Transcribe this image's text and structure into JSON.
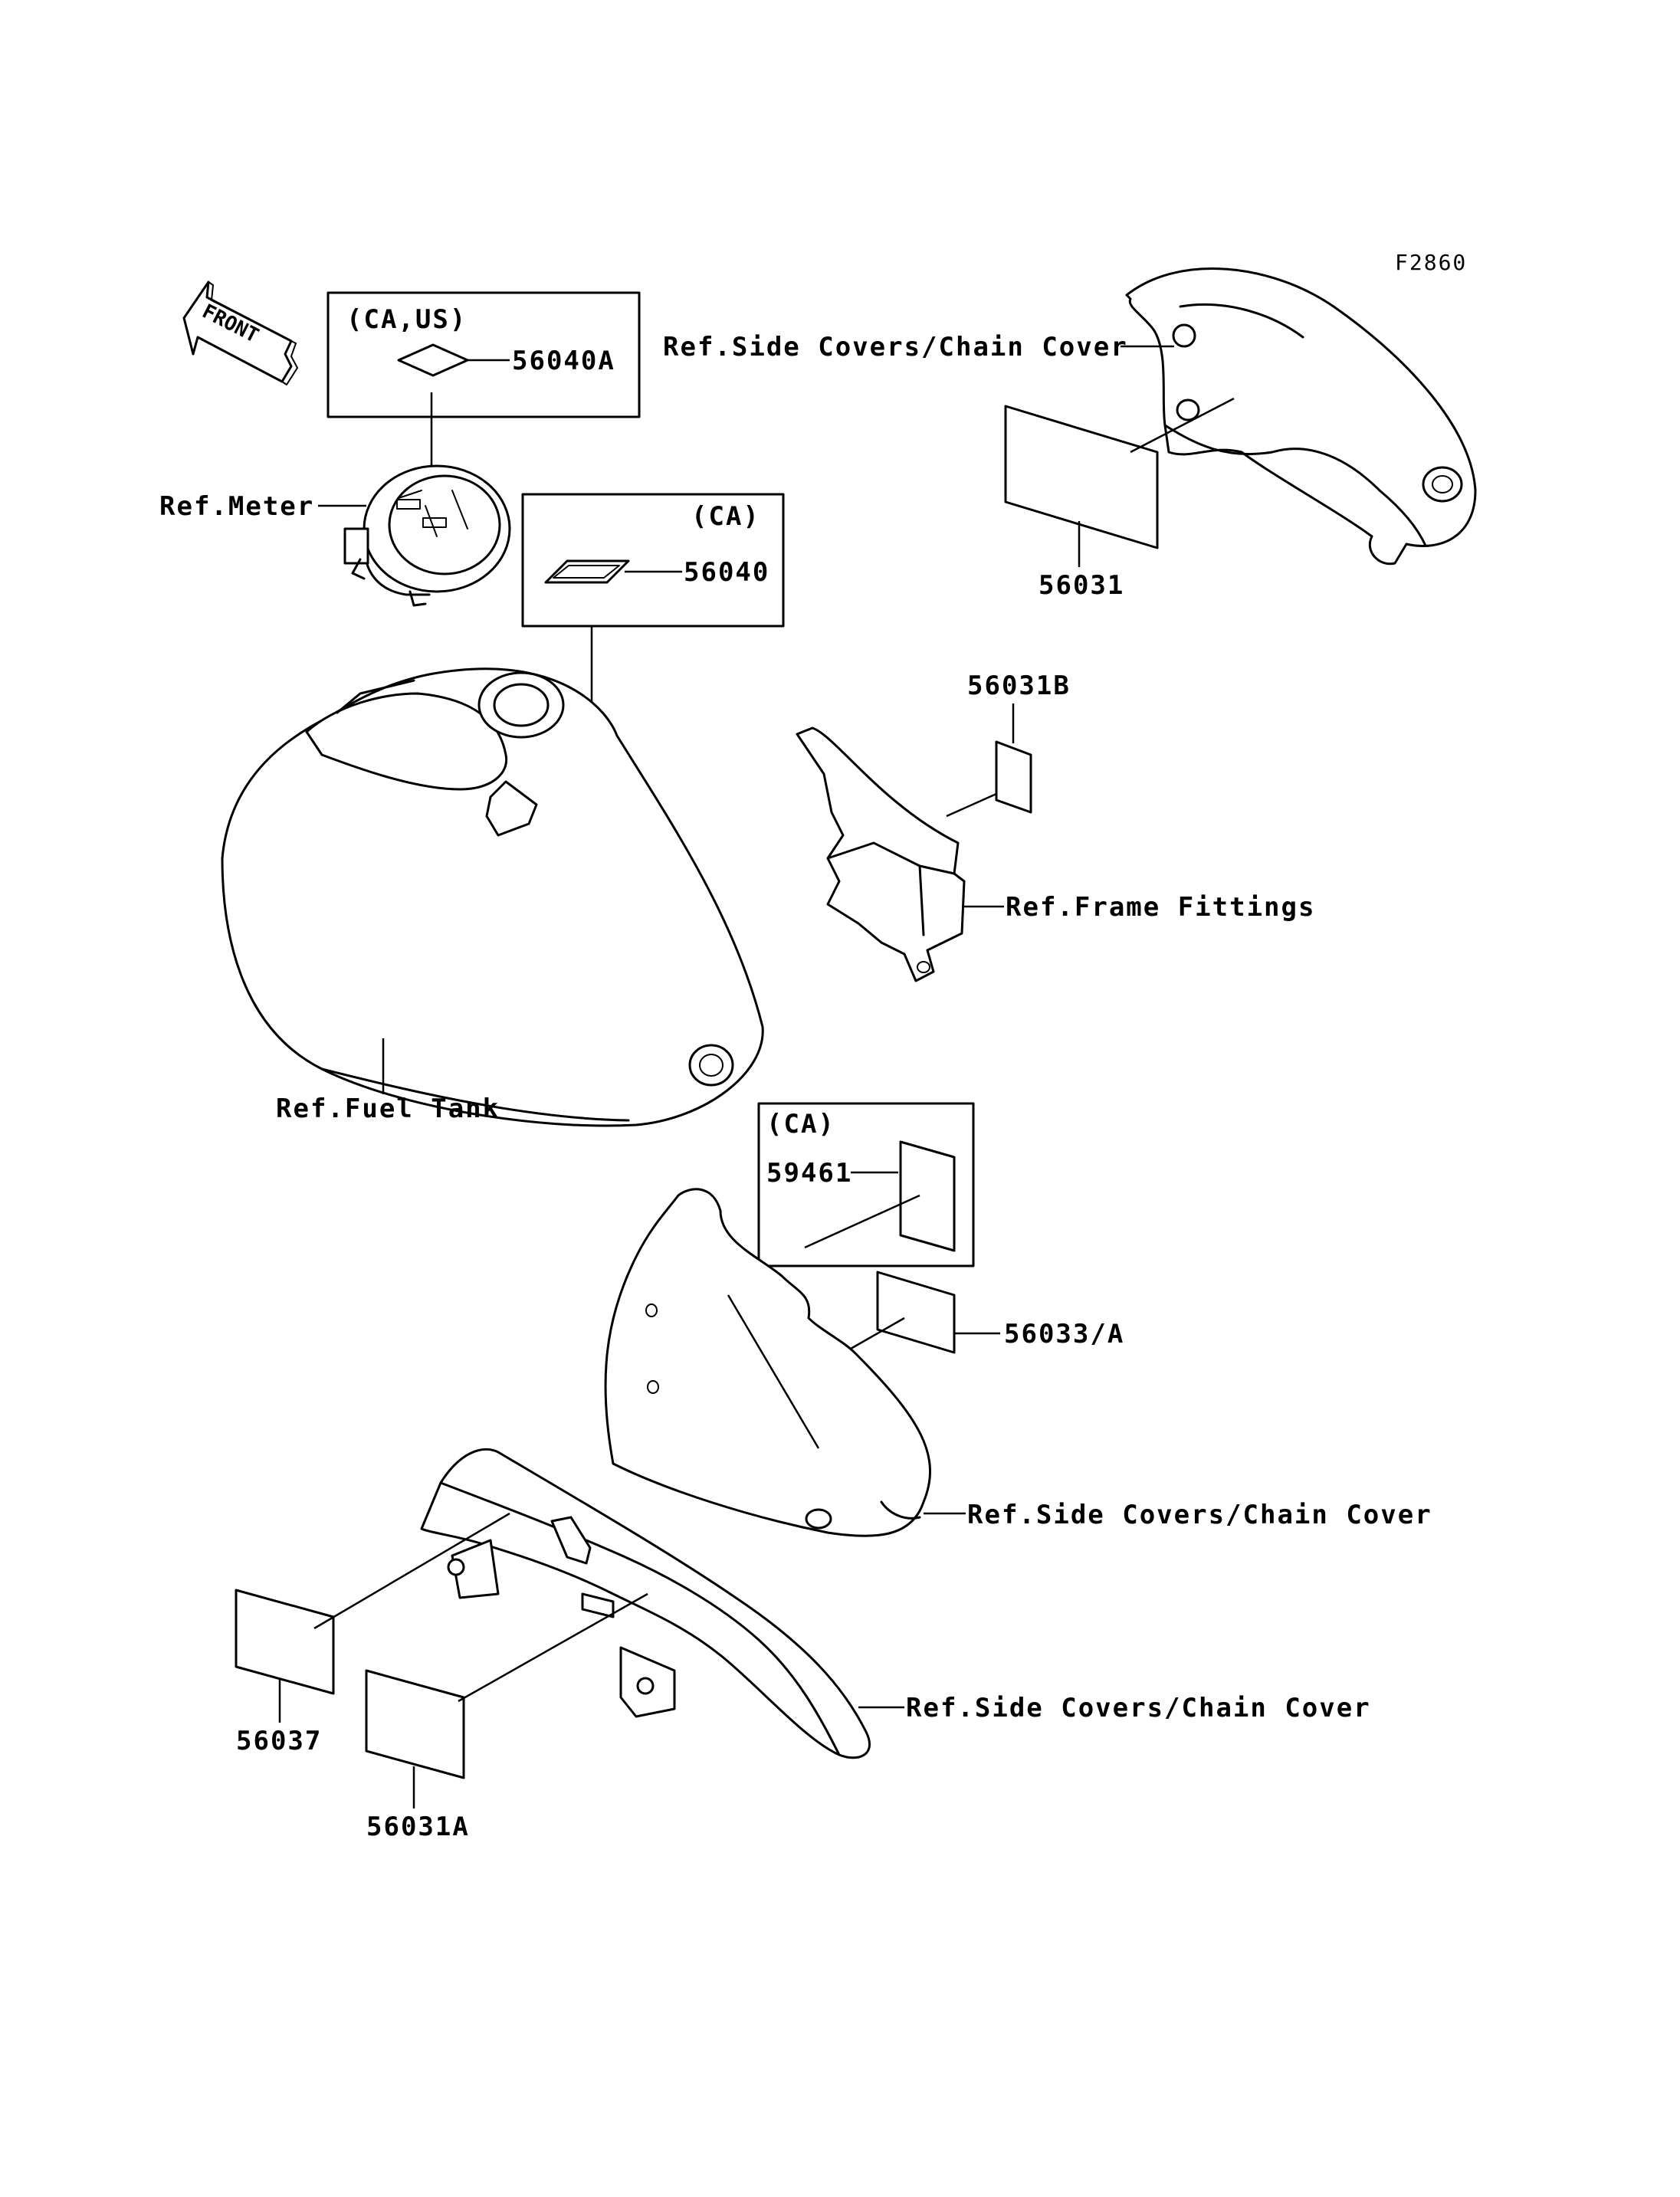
{
  "figure_id": "F2860",
  "front_arrow": {
    "text": "FRONT",
    "icon": "front-direction-arrow-icon"
  },
  "boxes": {
    "ca_us": "(CA,US)",
    "ca_top": "(CA)",
    "ca_mid": "(CA)"
  },
  "parts": {
    "p56040a": "56040A",
    "p56040": "56040",
    "p56031": "56031",
    "p56031b": "56031B",
    "p59461": "59461",
    "p56033a": "56033/A",
    "p56037": "56037",
    "p56031a": "56031A"
  },
  "refs": {
    "meter": "Ref.Meter",
    "side_covers_top": "Ref.Side Covers/Chain Cover",
    "frame_fittings": "Ref.Frame Fittings",
    "fuel_tank": "Ref.Fuel Tank",
    "side_covers_mid": "Ref.Side Covers/Chain Cover",
    "side_covers_bottom": "Ref.Side Covers/Chain Cover"
  }
}
